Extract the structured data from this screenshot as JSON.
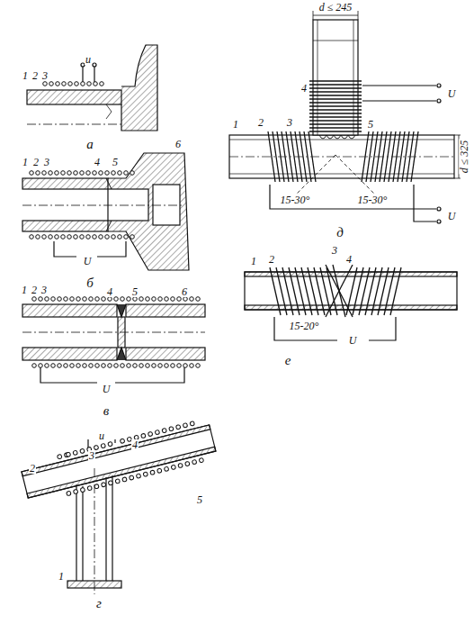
{
  "diagram": {
    "labels": [
      "1",
      "2",
      "3",
      "u",
      "а",
      "1",
      "2",
      "3",
      "4",
      "5",
      "6",
      "U",
      "б",
      "1",
      "2",
      "3",
      "4",
      "5",
      "6",
      "U",
      "в",
      "u",
      "1",
      "2",
      "3",
      "4",
      "5",
      "г",
      "d ≤ 245",
      "1",
      "2",
      "3",
      "4",
      "5",
      "U",
      "U",
      "d ≤ 325",
      "15-30°",
      "15-30°",
      "д",
      "1",
      "2",
      "3",
      "4",
      "15-20°",
      "U",
      "е"
    ]
  }
}
